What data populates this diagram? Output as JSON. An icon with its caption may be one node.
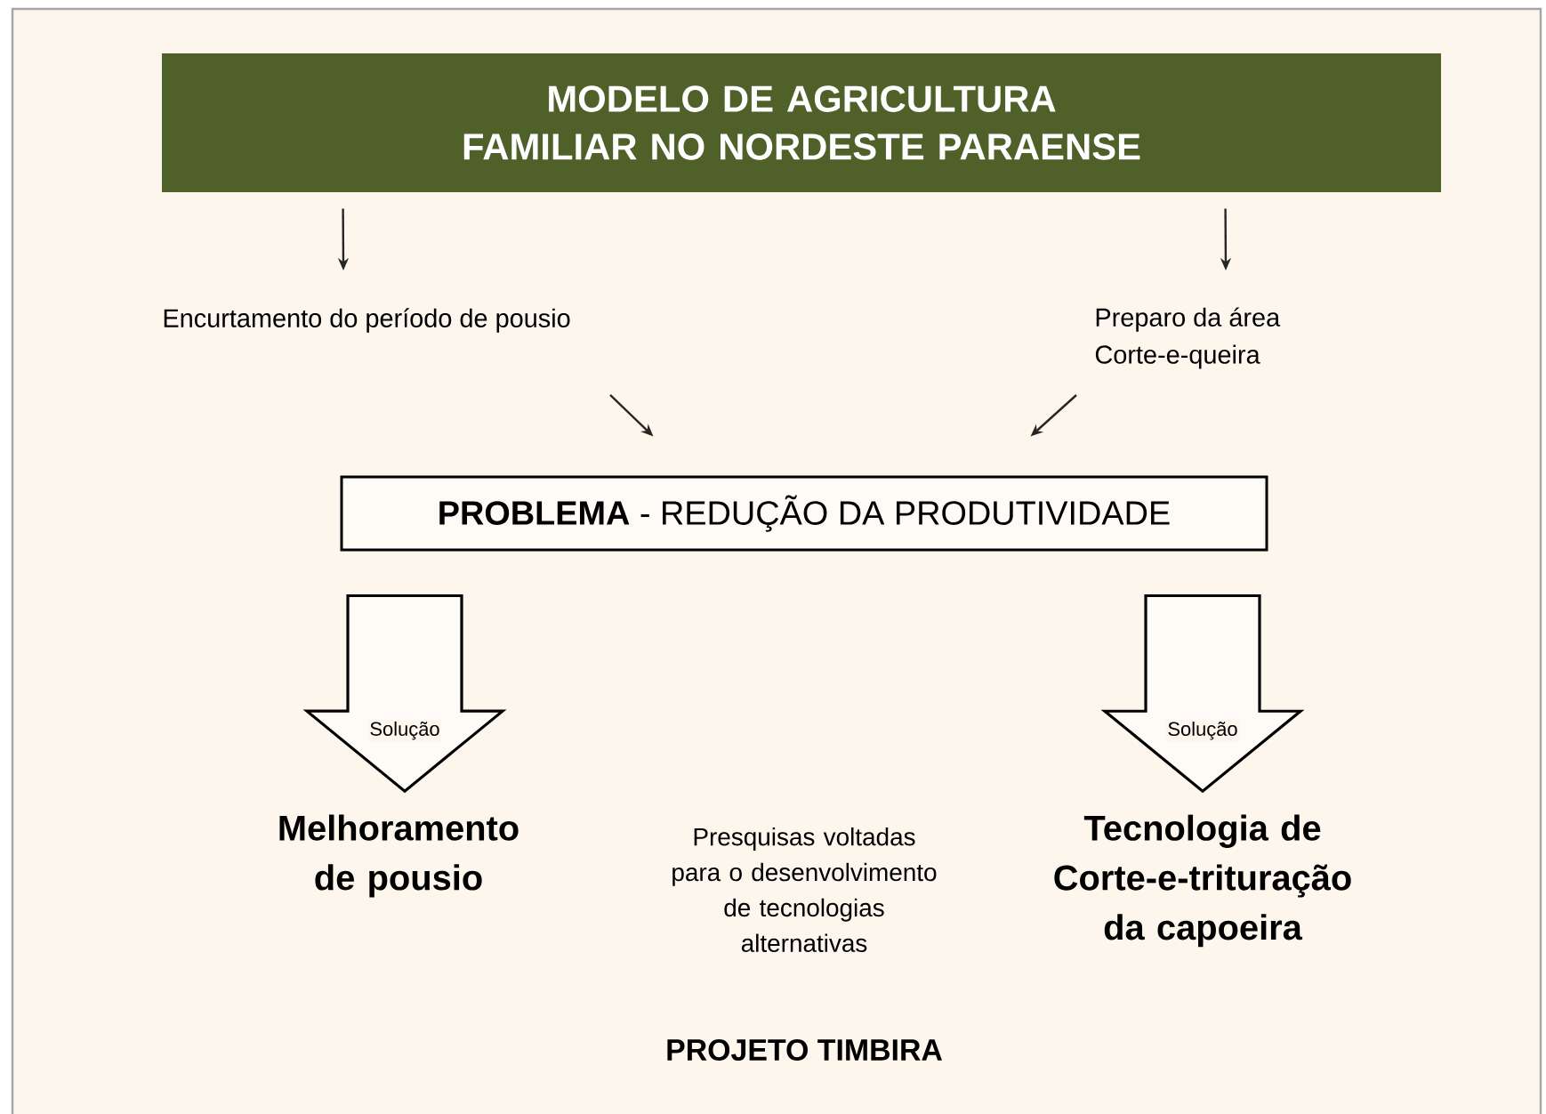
{
  "diagram": {
    "nodes": [
      {
        "text": [
          "MODELO DE AGRICULTURA FAMILIAR NO NORDESTE PARAENSE"
        ]
      },
      {
        "text": [
          "Encurtamento do período de pousio"
        ]
      },
      {
        "text": [
          "Preparo da área",
          "Corte-e-queira"
        ]
      },
      {
        "text": [
          "**PROBLEMA** - REDUÇÃO DA PRODUTIVIDADE"
        ]
      },
      {
        "text": [
          "Melhoramento de pousio"
        ]
      },
      {
        "text": [
          "Tecnologia de Corte-e-trituração da capoeira"
        ]
      }
    ],
    "edges": [
      {
        "from": 0,
        "to": 1,
        "arrow": "to"
      },
      {
        "from": 0,
        "to": 2,
        "arrow": "to"
      },
      {
        "from": 1,
        "to": 3,
        "arrow": "to"
      },
      {
        "from": 2,
        "to": 3,
        "arrow": "to"
      },
      {
        "from": 3,
        "to": 4,
        "arrow": "to",
        "style": "thick",
        "label": "Solução"
      },
      {
        "from": 3,
        "to": 5,
        "arrow": "to",
        "style": "thick",
        "label": "Solução"
      }
    ],
    "labels": [
      "Presquisas voltadas para o desenvolvimento de tecnologias alternativas",
      "PROJETO TIMBIRA"
    ]
  }
}
